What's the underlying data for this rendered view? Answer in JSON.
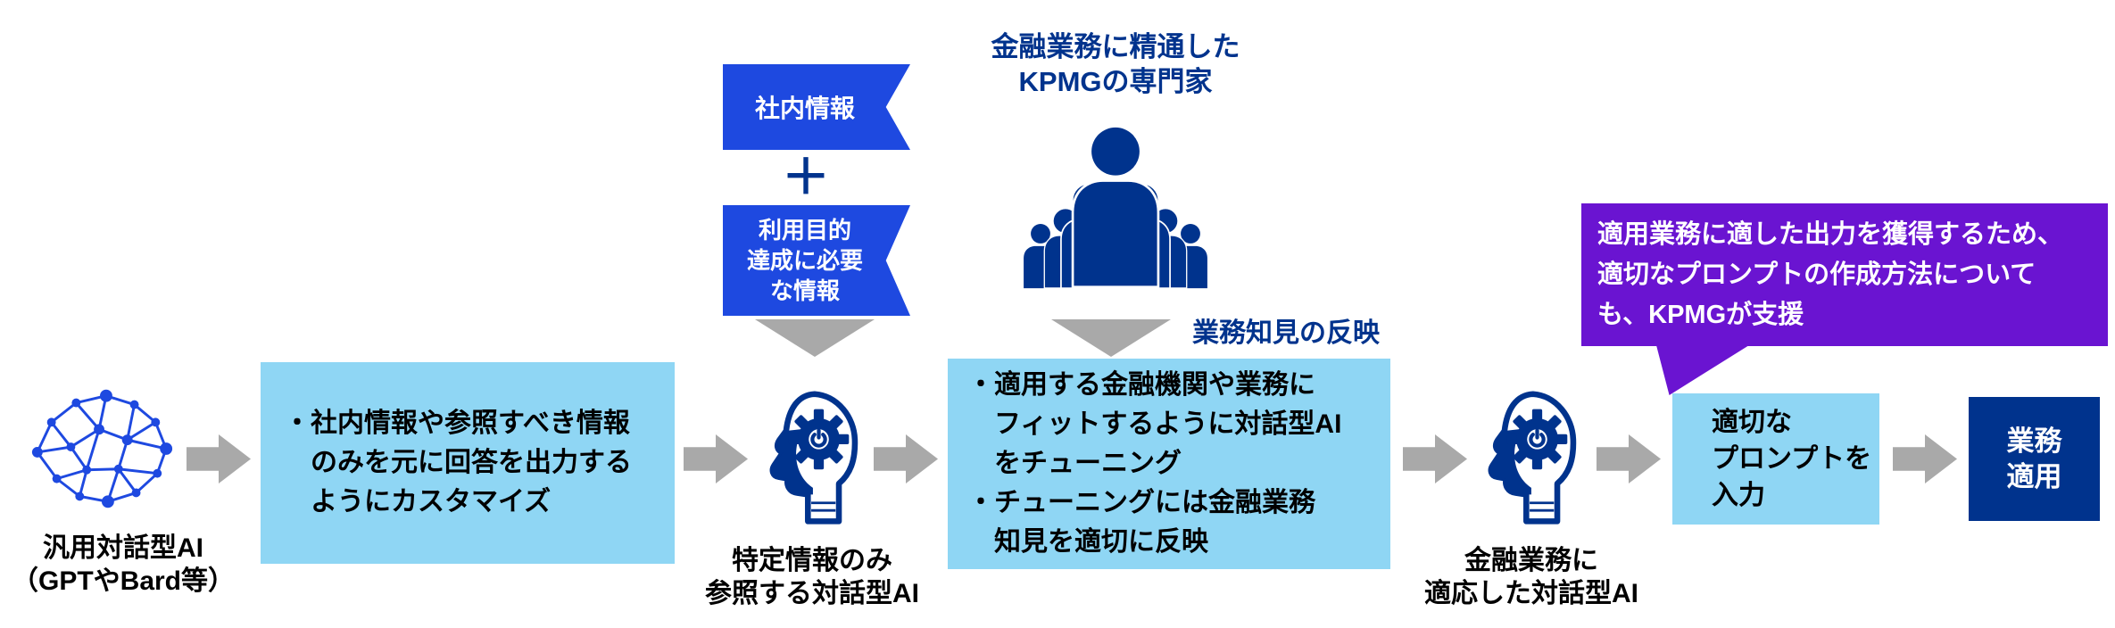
{
  "colors": {
    "ribbon_blue": "#1E49E0",
    "light_blue": "#8FD6F4",
    "navy": "#00338D",
    "purple": "#6A14D1",
    "arrow_gray": "#A9A9A9"
  },
  "top": {
    "ribbon1_label": "社内情報",
    "plus": "＋",
    "ribbon2_lines": [
      "利用目的",
      "達成に必要",
      "な情報"
    ],
    "experts_title_lines": [
      "金融業務に精通した",
      "KPMGの専門家"
    ],
    "knowledge_note": "業務知見の反映",
    "kpmg_support_note_lines": [
      "適用業務に適した出力を獲得するため、",
      "適切なプロンプトの作成方法について",
      "も、KPMGが支援"
    ]
  },
  "flow": {
    "generic_ai_label_lines": [
      "汎用対話型AI",
      "（GPTやBard等）"
    ],
    "customize_box_lines": [
      "・社内情報や参照すべき情報",
      "　のみを元に回答を出力する",
      "　ようにカスタマイズ"
    ],
    "specific_ai_label_lines": [
      "特定情報のみ",
      "参照する対話型AI"
    ],
    "tuning_box_lines": [
      "・適用する金融機関や業務に",
      "　フィットするように対話型AI",
      "　をチューニング",
      "・チューニングには金融業務",
      "　知見を適切に反映"
    ],
    "adapted_ai_label_lines": [
      "金融業務に",
      "適応した対話型AI"
    ],
    "prompt_box_lines": [
      "適切な",
      "プロンプトを",
      "入力"
    ],
    "apply_box_lines": [
      "業務",
      "適用"
    ]
  },
  "icons": {
    "network": "network-nodes-icon",
    "ai_head": "head-with-gear-icon",
    "experts": "people-group-icon",
    "flow_arrow": "right-arrow-icon",
    "down_arrow": "down-arrow-icon",
    "callout_pointer": "callout-pointer"
  }
}
